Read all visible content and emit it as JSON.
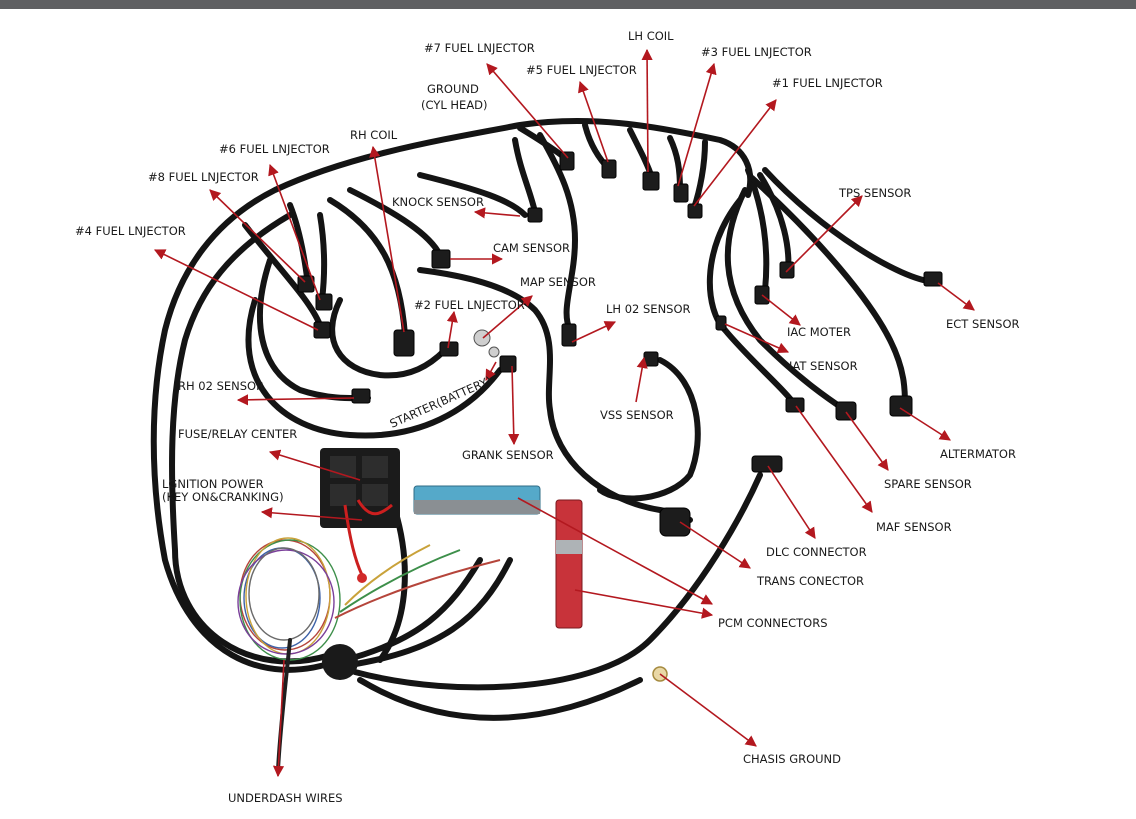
{
  "colors": {
    "arrow": "#b3181f",
    "wire": "#141414",
    "pcm": "#55a9c9",
    "plug": "#c8333a"
  },
  "labels": {
    "fuel_injector_7": "#7 FUEL LNJECTOR",
    "lh_coil": "LH COIL",
    "fuel_injector_3": "#3 FUEL LNJECTOR",
    "fuel_injector_5": "#5 FUEL LNJECTOR",
    "fuel_injector_1": "#1 FUEL LNJECTOR",
    "ground_cyl_head_1": "GROUND",
    "ground_cyl_head_2": "(CYL HEAD)",
    "rh_coil": "RH COIL",
    "fuel_injector_6": "#6 FUEL LNJECTOR",
    "fuel_injector_8": "#8 FUEL LNJECTOR",
    "knock_sensor": "KNOCK SENSOR",
    "tps_sensor": "TPS SENSOR",
    "fuel_injector_4": "#4 FUEL LNJECTOR",
    "cam_sensor": "CAM SENSOR",
    "map_sensor": "MAP SENSOR",
    "ect_sensor": "ECT SENSOR",
    "fuel_injector_2": "#2 FUEL LNJECTOR",
    "lh_o2_sensor": "LH 02 SENSOR",
    "iac_motor": "IAC MOTER",
    "iat_sensor": "IAT  SENSOR",
    "rh_o2_sensor": "RH 02 SENSOR",
    "starter_battery": "STARTER(BATTERY)",
    "vss_sensor": "VSS SENSOR",
    "fuse_relay_center": "FUSE/RELAY CENTER",
    "grank_sensor": "GRANK SENSOR",
    "alternator": "ALTERMATOR",
    "ignition_power_1": "LGNITION POWER",
    "ignition_power_2": "(KEY ON&CRANKING)",
    "spare_sensor": "SPARE SENSOR",
    "maf_sensor": "MAF SENSOR",
    "dlc_connector": "DLC CONNECTOR",
    "trans_connector": "TRANS CONECTOR",
    "pcm_connectors": "PCM   CONNECTORS",
    "chasis_ground": "CHASIS GROUND",
    "underdash_wires": "UNDERDASH WIRES"
  }
}
